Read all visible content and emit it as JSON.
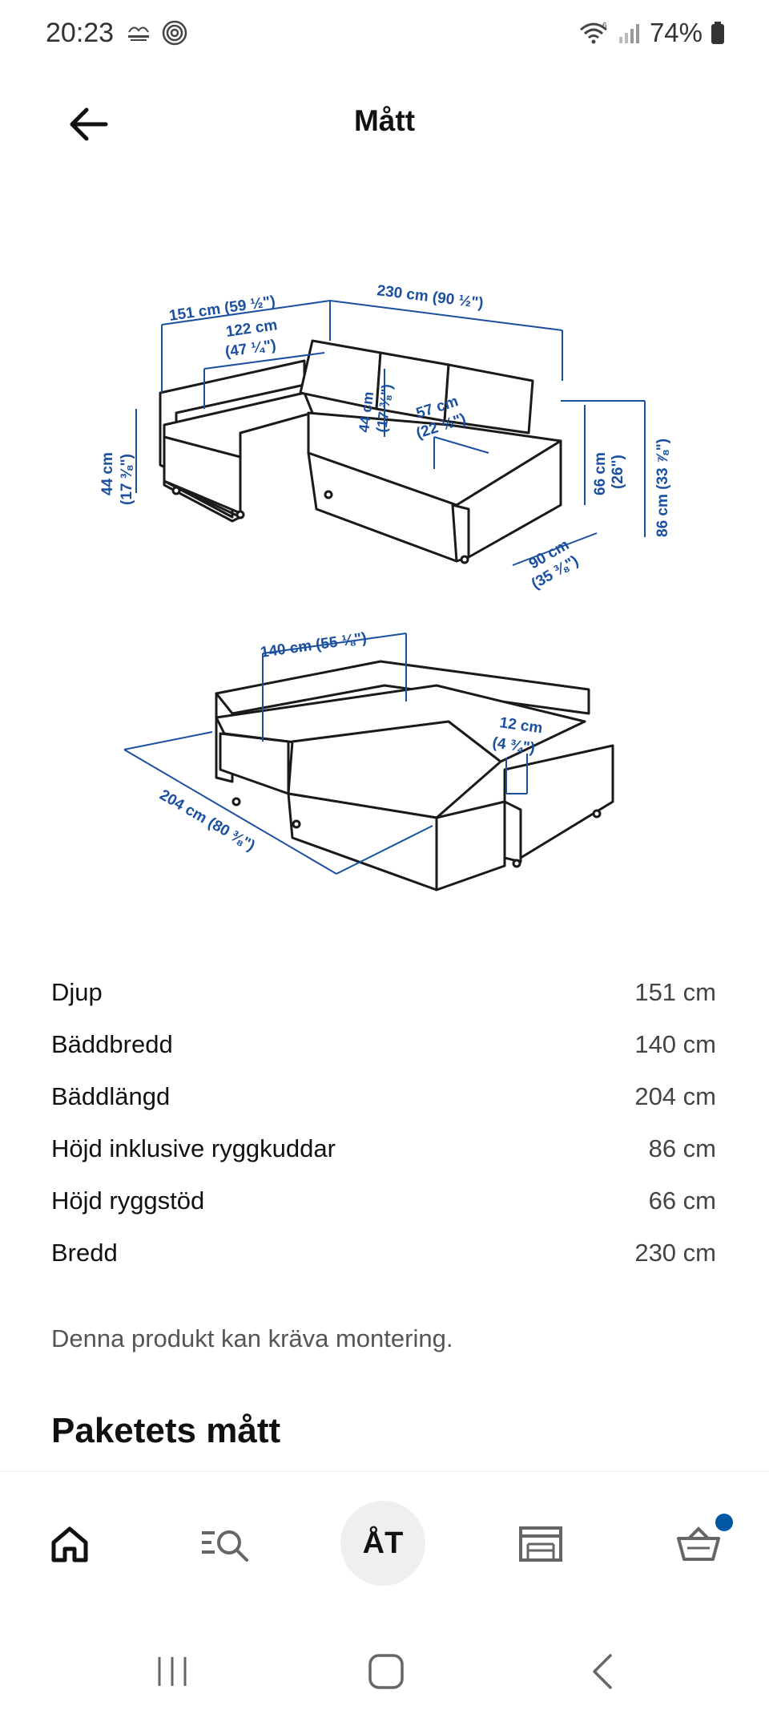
{
  "status_bar": {
    "time": "20:23",
    "battery": "74%",
    "icons": [
      "bank-id-icon",
      "nfc-icon",
      "wifi-icon",
      "signal-icon",
      "battery-icon"
    ]
  },
  "header": {
    "title": "Mått",
    "back_icon": "arrow-left-icon"
  },
  "diagram": {
    "top_view": {
      "depth": "151 cm (59 ½\")",
      "width": "230 cm (90 ½\")",
      "chaise_seat": "122 cm",
      "chaise_seat_in": "(47 ¼\")",
      "seat_height_inner": "44 cm",
      "seat_height_inner_in": "(17 ⅜\")",
      "seat_depth": "57 cm",
      "seat_depth_in": "(22 ½\")",
      "seat_height_left": "44 cm",
      "seat_height_left_in": "(17 ⅜\")",
      "back_height": "66 cm",
      "back_height_in": "(26\")",
      "total_height": "86 cm (33 ⅞\")",
      "sofa_depth": "90 cm",
      "sofa_depth_in": "(35 ⅜\")"
    },
    "bed_view": {
      "bed_width": "140 cm (55 ⅛\")",
      "arm_width": "12 cm",
      "arm_width_in": "(4 ¾\")",
      "bed_length": "204 cm (80 ⅜\")"
    }
  },
  "specs": [
    {
      "label": "Djup",
      "value": "151 cm"
    },
    {
      "label": "Bäddbredd",
      "value": "140 cm"
    },
    {
      "label": "Bäddlängd",
      "value": "204 cm"
    },
    {
      "label": "Höjd inklusive ryggkuddar",
      "value": "86 cm"
    },
    {
      "label": "Höjd ryggstöd",
      "value": "66 cm"
    },
    {
      "label": "Bredd",
      "value": "230 cm"
    }
  ],
  "note": "Denna produkt kan kräva montering.",
  "section_heading": "Paketets mått",
  "bottom_nav": {
    "items": [
      "home-icon",
      "search-list-icon",
      "assistant",
      "store-icon",
      "cart-icon"
    ],
    "assistant_label": "ÅT",
    "cart_has_items": true
  },
  "colors": {
    "dimension_blue": "#1b4fa0",
    "cart_badge": "#0058a3"
  }
}
